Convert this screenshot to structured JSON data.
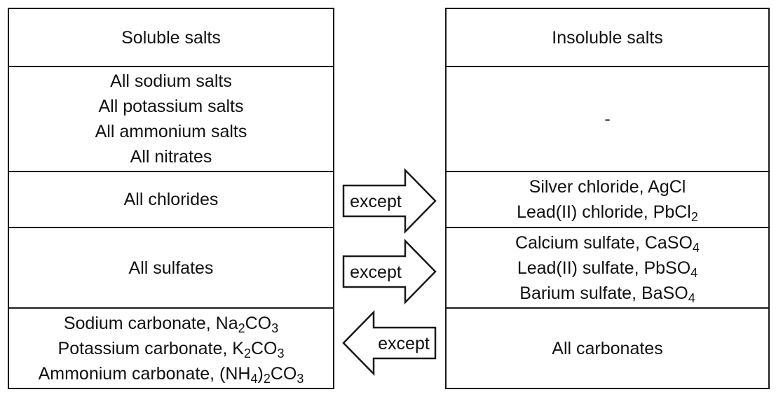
{
  "colors": {
    "background": "#ffffff",
    "border": "#1a1a1a",
    "text": "#111111"
  },
  "left_table": {
    "title": "Soluble salts",
    "rows": {
      "always_soluble": {
        "lines": [
          [
            {
              "t": "All sodium salts"
            }
          ],
          [
            {
              "t": "All potassium salts"
            }
          ],
          [
            {
              "t": "All ammonium salts"
            }
          ],
          [
            {
              "t": "All nitrates"
            }
          ]
        ]
      },
      "chlorides": {
        "lines": [
          [
            {
              "t": "All chlorides"
            }
          ]
        ]
      },
      "sulfates": {
        "lines": [
          [
            {
              "t": "All sulfates"
            }
          ]
        ]
      },
      "carbonates": {
        "lines": [
          [
            {
              "t": "Sodium carbonate, Na"
            },
            {
              "t": "2",
              "sub": true
            },
            {
              "t": "CO"
            },
            {
              "t": "3",
              "sub": true
            }
          ],
          [
            {
              "t": "Potassium carbonate, K"
            },
            {
              "t": "2",
              "sub": true
            },
            {
              "t": "CO"
            },
            {
              "t": "3",
              "sub": true
            }
          ],
          [
            {
              "t": "Ammonium carbonate, (NH"
            },
            {
              "t": "4",
              "sub": true
            },
            {
              "t": ")"
            },
            {
              "t": "2",
              "sub": true
            },
            {
              "t": "CO"
            },
            {
              "t": "3",
              "sub": true
            }
          ]
        ]
      }
    }
  },
  "right_table": {
    "title": "Insoluble salts",
    "rows": {
      "no_exceptions": {
        "lines": [
          [
            {
              "t": "-"
            }
          ]
        ]
      },
      "chlorides": {
        "lines": [
          [
            {
              "t": "Silver chloride, AgCl"
            }
          ],
          [
            {
              "t": "Lead(II) chloride, PbCl"
            },
            {
              "t": "2",
              "sub": true
            }
          ]
        ]
      },
      "sulfates": {
        "lines": [
          [
            {
              "t": "Calcium sulfate, CaSO"
            },
            {
              "t": "4",
              "sub": true
            }
          ],
          [
            {
              "t": "Lead(II) sulfate, PbSO"
            },
            {
              "t": "4",
              "sub": true
            }
          ],
          [
            {
              "t": "Barium sulfate, BaSO"
            },
            {
              "t": "4",
              "sub": true
            }
          ]
        ]
      },
      "carbonates": {
        "lines": [
          [
            {
              "t": "All carbonates"
            }
          ]
        ]
      }
    }
  },
  "arrows": [
    {
      "label": "except",
      "direction": "right"
    },
    {
      "label": "except",
      "direction": "right"
    },
    {
      "label": "except",
      "direction": "left"
    }
  ]
}
